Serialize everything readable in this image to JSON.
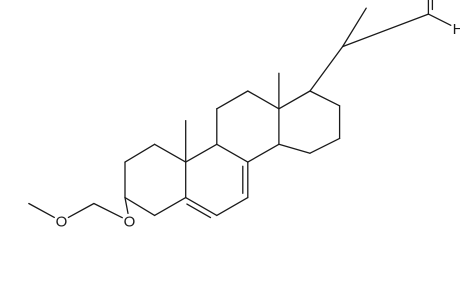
{
  "molecule": {
    "atom_labels": {
      "aldehyde_oxygen": "O",
      "aldehyde_hydrogen": "H",
      "ether_oxygen_ring": "O",
      "ether_oxygen_methyl": "O"
    },
    "colors": {
      "bond": "#1a1a1a",
      "background": "#ffffff"
    }
  }
}
